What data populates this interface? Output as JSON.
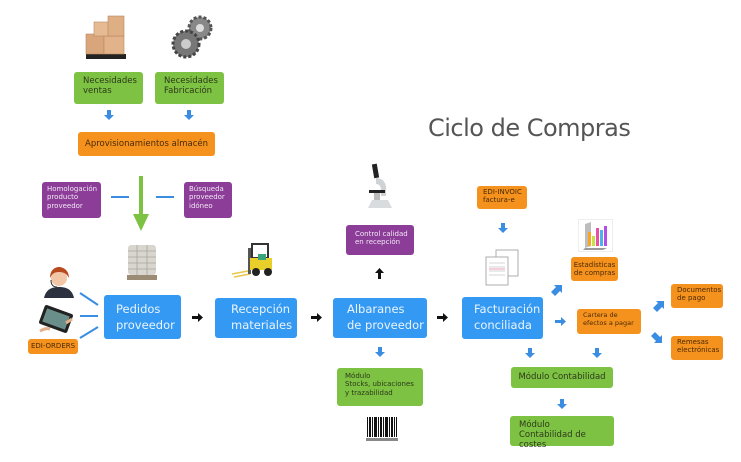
{
  "title": "Ciclo de Compras",
  "colors": {
    "green": "#7dc242",
    "orange": "#f5921e",
    "purple": "#8b3d98",
    "blue": "#3399f3",
    "arrow_blue": "#3a8de0",
    "arrow_black": "#111111",
    "arrow_green": "#7dc242"
  },
  "needs": {
    "sales": "Necesidades\nventas",
    "manufacturing": "Necesidades\nFabricación"
  },
  "warehouse_supply": "Aprovisionamientos almacén",
  "homologation": "Homologación\nproducto\nproveedor",
  "supplier_search": "Búsqueda\nproveedor\nidóneo",
  "edi_orders": "EDI-ORDERS",
  "process": {
    "orders": "Pedidos\nproveedor",
    "reception": "Recepción\nmateriales",
    "delivery_notes": "Albaranes\nde proveedor",
    "invoicing": "Facturación\nconciliada"
  },
  "quality_control": "Control calidad\nen recepción",
  "stock_module": "Módulo\nStocks, ubicaciones\ny trazabilidad",
  "edi_invoic": "EDI-INVOIC\nfactura-e",
  "statistics": "Estadísticas\nde compras",
  "payables": "Cartera de\nefectos a pagar",
  "payment_docs": "Documentos\nde pago",
  "electronic_remittances": "Remesas\nelectrónicas",
  "accounting_module": "Módulo Contabilidad",
  "cost_accounting_module": "Módulo\nContabilidad de costes",
  "icons": {
    "boxes": "cardboard-boxes-icon",
    "gears": "gears-icon",
    "sacks": "pallet-sacks-icon",
    "forklift": "forklift-icon",
    "microscope": "microscope-icon",
    "invoice_docs": "invoice-documents-icon",
    "bar_chart": "bar-chart-icon",
    "operator": "headset-operator-icon",
    "tablet": "tablet-icon",
    "barcode": "barcode-icon"
  }
}
